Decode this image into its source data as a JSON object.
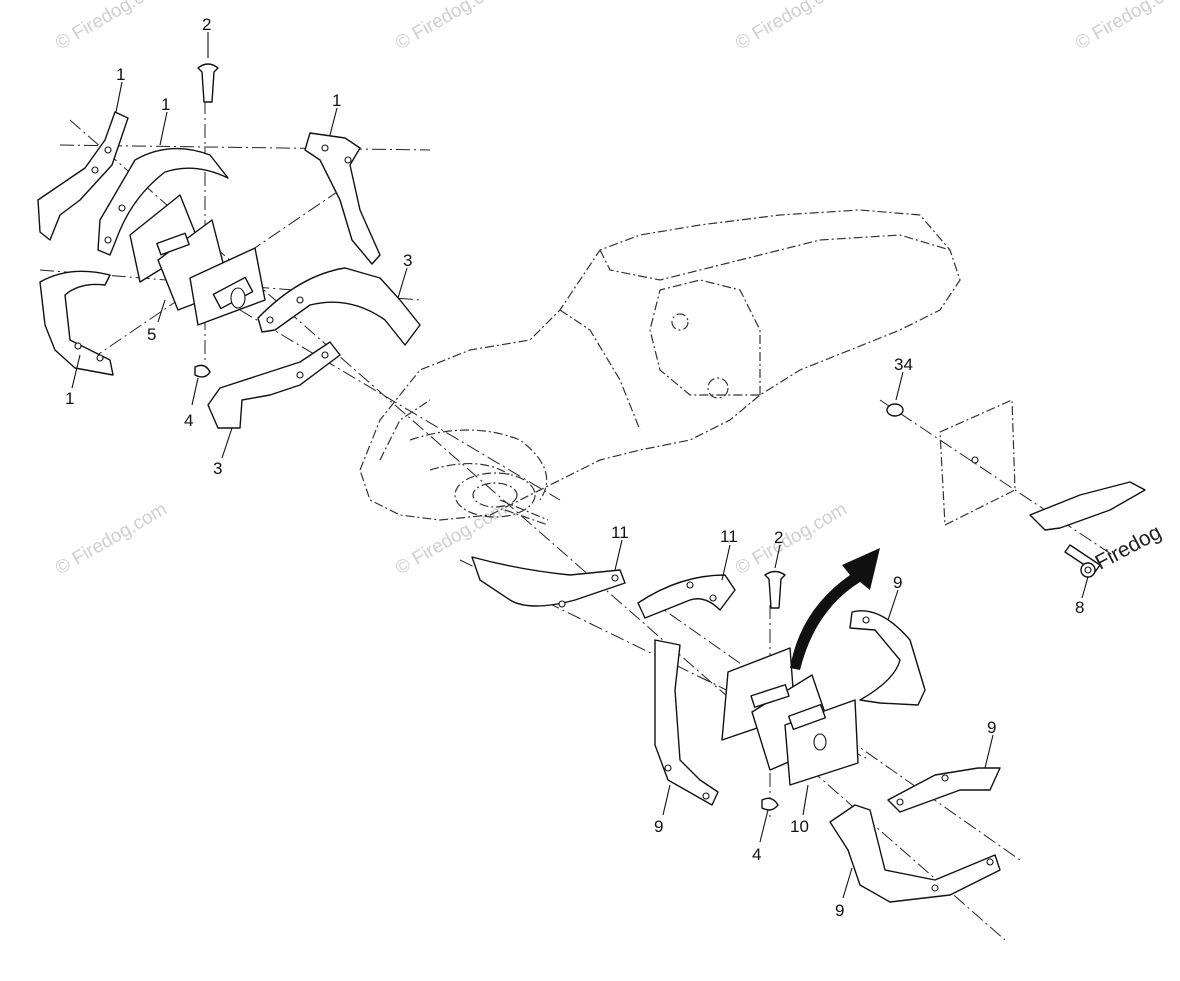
{
  "watermark": {
    "text": "© Firedog.com",
    "corner_text": "Firedog"
  },
  "callouts": [
    "1",
    "1",
    "1",
    "1",
    "2",
    "3",
    "3",
    "4",
    "5",
    "34",
    "11",
    "11",
    "2",
    "9",
    "9",
    "9",
    "9",
    "10",
    "4",
    "8"
  ]
}
